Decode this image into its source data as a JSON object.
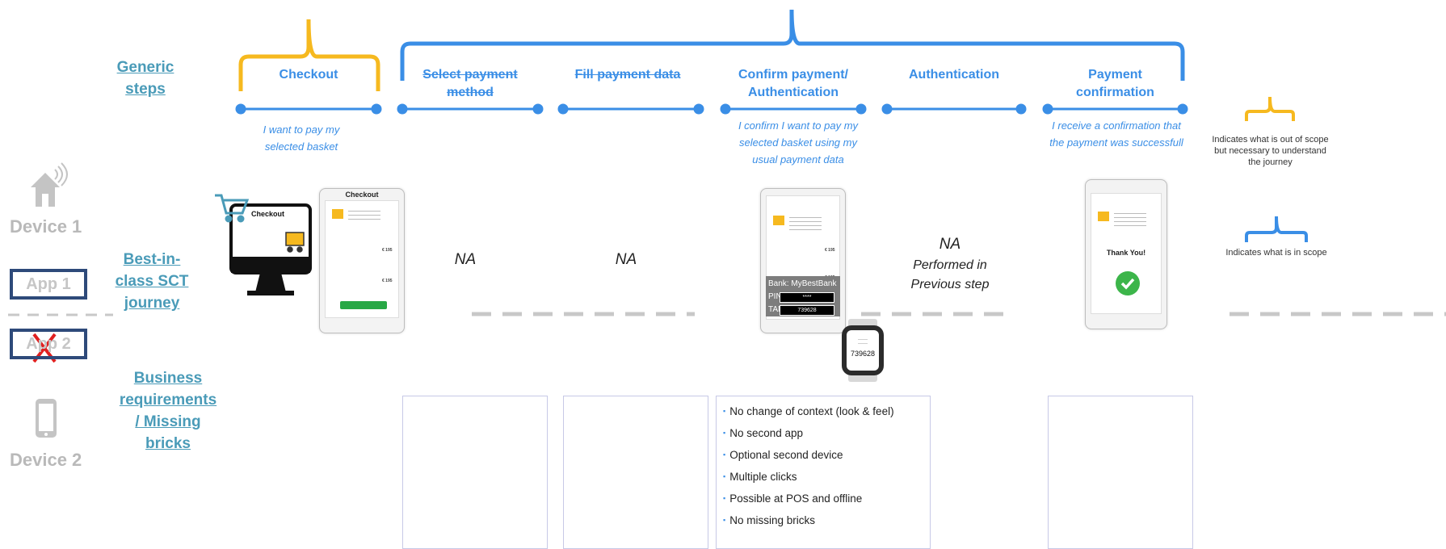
{
  "rows": {
    "generic_steps": "Generic steps",
    "best_in_class": "Best-in-class SCT journey",
    "business_requirements": "Business requirements / Missing bricks"
  },
  "devices": {
    "device1": "Device 1",
    "device2": "Device 2",
    "app1": "App 1",
    "app2": "App 2"
  },
  "steps": [
    {
      "title": "Checkout",
      "caption": "I want to pay my selected basket",
      "struck": false
    },
    {
      "title": "Select payment method",
      "caption": "",
      "struck": true
    },
    {
      "title": "Fill payment data",
      "caption": "",
      "struck": true
    },
    {
      "title": "Confirm payment/ Authentication",
      "caption": "I confirm I want to pay my selected basket using my usual payment data",
      "struck": false
    },
    {
      "title": "Authentication",
      "caption": "",
      "struck": false
    },
    {
      "title": "Payment confirmation",
      "caption": "I receive a confirmation that the payment was successfull",
      "struck": false
    }
  ],
  "journey": {
    "na1": "NA",
    "na2": "NA",
    "na3": "NA",
    "performed": "Performed in Previous step",
    "checkout_monitor": "Checkout",
    "checkout_phone_title": "Checkout",
    "price": "€ 195",
    "thank_you": "Thank You!",
    "bank_label": "Bank:",
    "bank_value": "MyBestBank",
    "pin_label": "PIN:",
    "pin_value": "****",
    "tan_label": "TAN:",
    "tan_value": "739628",
    "watch_code": "739628"
  },
  "requirements": [
    "No change of context (look & feel)",
    "No second app",
    "Optional second device",
    "Multiple clicks",
    "Possible at POS and offline",
    "No missing bricks"
  ],
  "legend": {
    "out_of_scope": "Indicates what is out of scope but necessary to understand the journey",
    "in_scope": "Indicates what is in scope"
  },
  "colors": {
    "blue": "#3a8ee6",
    "yellow": "#f6b91f",
    "teal": "#4a9bb8",
    "navy": "#2e4a7a",
    "red": "#e02020"
  },
  "icons": [
    "house-wifi-icon",
    "smartphone-icon",
    "shopping-cart-icon",
    "checkmark-icon",
    "smartwatch-icon"
  ]
}
